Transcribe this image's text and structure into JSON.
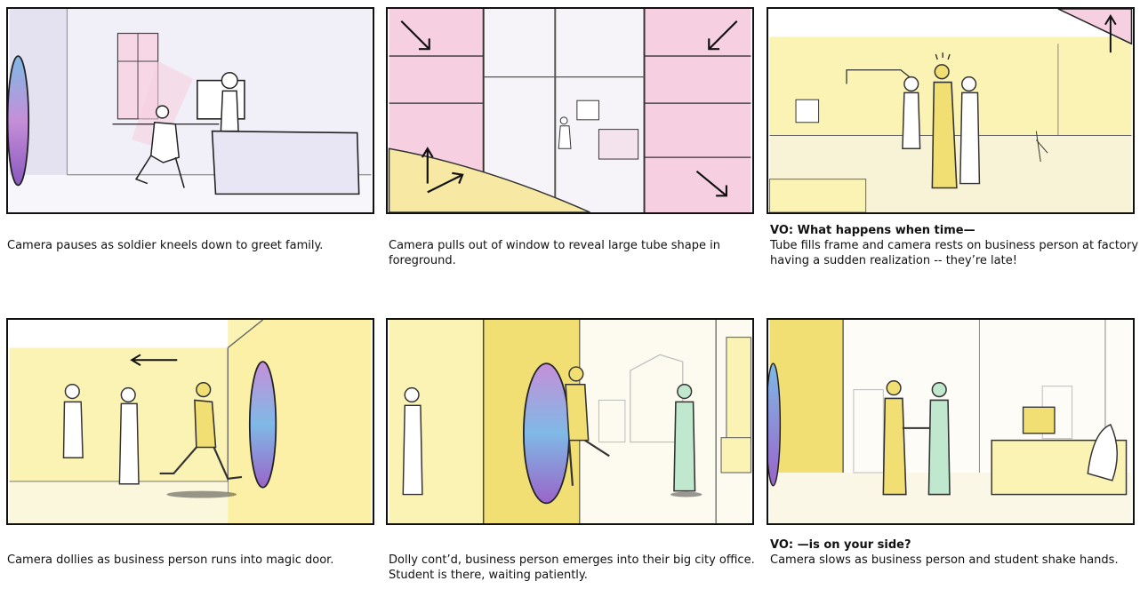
{
  "panels": [
    {
      "vo": "",
      "caption": "Camera pauses as soldier kneels down to greet family."
    },
    {
      "vo": "",
      "caption": "Camera pulls out of window to reveal large tube shape in foreground."
    },
    {
      "vo": "VO:  What happens when time—",
      "caption": "Tube fills frame and camera rests on business person at factory having a sudden realization -- they’re late!"
    },
    {
      "vo": "",
      "caption": "Camera dollies as business person runs into magic door."
    },
    {
      "vo": "",
      "caption": "Dolly cont’d, business person emerges into their big city office. Student is there, waiting patiently."
    },
    {
      "vo": "VO:  —is on your side?",
      "caption": "Camera slows as business person and student shake hands."
    }
  ],
  "colors": {
    "frame": "#111111",
    "pink": "#f6cfe0",
    "lavender": "#e9e6f6",
    "yellow": "#fbf3b4",
    "yellow_dark": "#f2df74",
    "mint": "#bfe8cf",
    "portal_blue": "#7fb9e6",
    "portal_purple": "#9a64c9"
  },
  "icons": [
    "arrow-icon",
    "portal-icon"
  ]
}
